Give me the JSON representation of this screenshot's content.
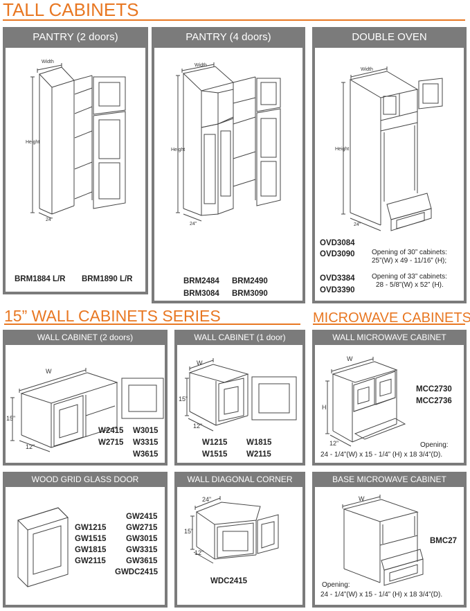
{
  "sections": {
    "tall": "TALL CABINETS",
    "wall": "15” WALL CABINETS SERIES",
    "microwave": "MICROWAVE CABINETS"
  },
  "panels": {
    "pantry2": {
      "title": "PANTRY (2 doors)",
      "dims": {
        "width": "Width",
        "height": "Height",
        "depth": "24”"
      },
      "codes": [
        "BRM1884 L/R",
        "BRM1890 L/R"
      ]
    },
    "pantry4": {
      "title": "PANTRY (4 doors)",
      "dims": {
        "width": "Width",
        "height": "Height",
        "depth": "24”"
      },
      "codes": [
        "BRM2484",
        "BRM2490",
        "BRM3084",
        "BRM3090"
      ]
    },
    "double_oven": {
      "title": "DOUBLE OVEN",
      "dims": {
        "width": "Width",
        "height": "Height",
        "depth": "24”"
      },
      "codes": [
        "OVD3084",
        "OVD3090",
        "OVD3384",
        "OVD3390"
      ],
      "note1_line1": "Opening of 30” cabinets:",
      "note1_line2": "25”(W) x 49 - 11/16” (H);",
      "note2_line1": "Opening of 33” cabinets:",
      "note2_line2": "28 - 5/8”(W) x 52” (H)."
    },
    "wall2": {
      "title": "WALL CABINET (2 doors)",
      "dims": {
        "width": "W",
        "height": "15”",
        "depth": "12”"
      },
      "codes": [
        "W2415",
        "W3015",
        "W2715",
        "W3315",
        "W3615"
      ]
    },
    "wall1": {
      "title": "WALL CABINET (1 door)",
      "dims": {
        "width": "W",
        "height": "15”",
        "depth": "12”"
      },
      "codes": [
        "W1215",
        "W1815",
        "W1515",
        "W2115"
      ]
    },
    "wall_micro": {
      "title": "WALL MICROWAVE CABINET",
      "dims": {
        "width": "W",
        "height": "H",
        "depth": "12”"
      },
      "codes": [
        "MCC2730",
        "MCC2736"
      ],
      "opening_label": "Opening:",
      "opening_value": "24 - 1/4”(W) x 15 - 1/4” (H) x 18 3/4”(D)."
    },
    "glass": {
      "title": "WOOD GRID GLASS DOOR",
      "codes": [
        "GW1215",
        "GW1515",
        "GW1815",
        "GW2115",
        "GW2415",
        "GW2715",
        "GW3015",
        "GW3315",
        "GW3615",
        "GWDC2415"
      ]
    },
    "diagonal": {
      "title": "WALL DIAGONAL CORNER",
      "dims": {
        "width": "24”",
        "height": "15”",
        "depth": "12”"
      },
      "codes": [
        "WDC2415"
      ]
    },
    "base_micro": {
      "title": "BASE MICROWAVE CABINET",
      "dims": {
        "width": "W"
      },
      "codes": [
        "BMC27"
      ],
      "opening_label": "Opening:",
      "opening_value": "24 - 1/4”(W) x 15 - 1/4” (H) x 18 3/4”(D)."
    }
  },
  "colors": {
    "accent": "#e87722",
    "panel_header": "#7b7b7b",
    "line_art": "#444444"
  }
}
